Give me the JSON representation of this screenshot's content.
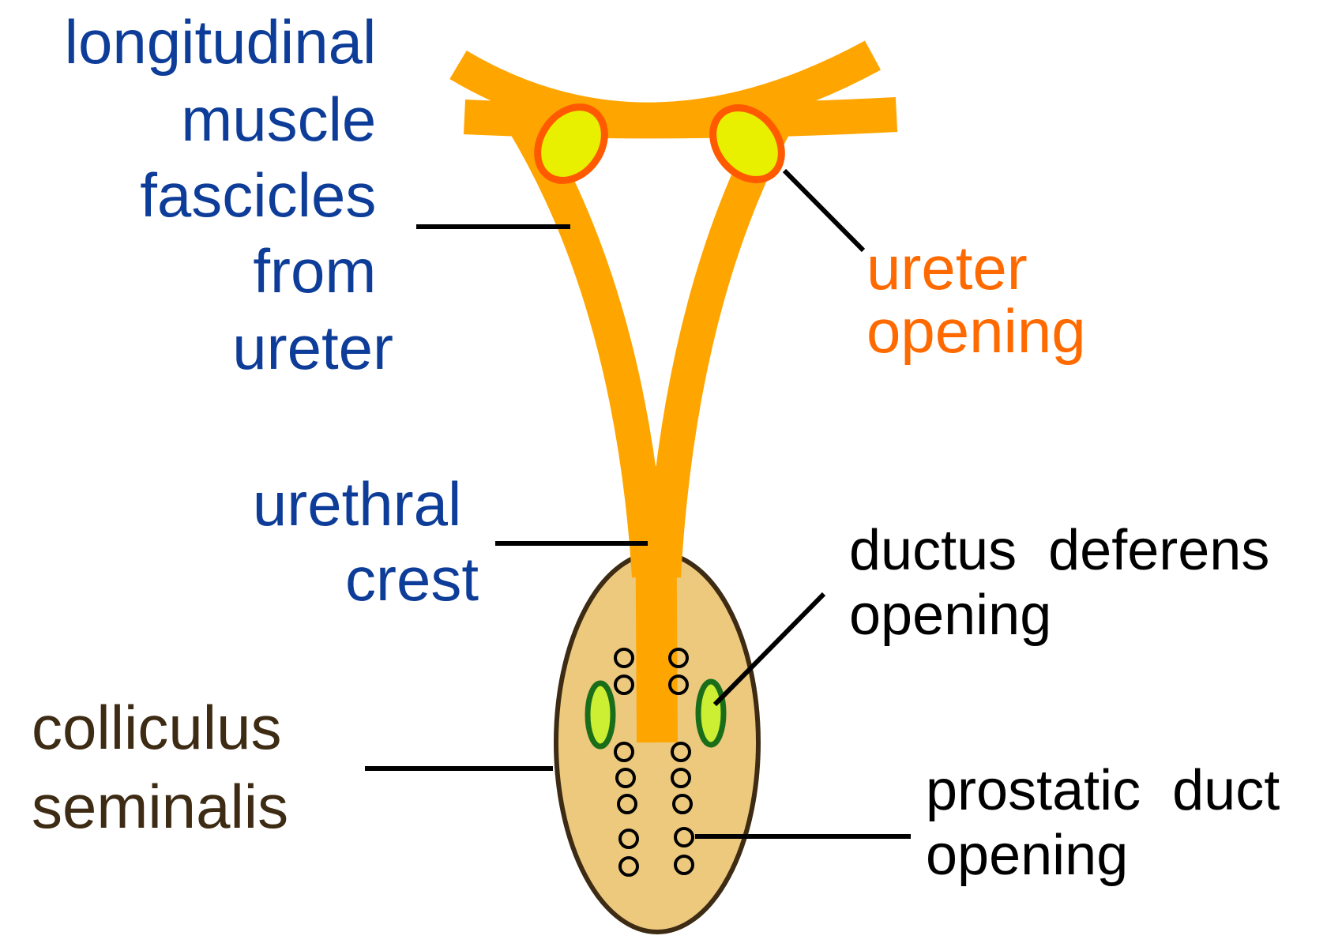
{
  "colors": {
    "label_blue": "#0d3d99",
    "label_orange": "#ff6a00",
    "label_brown": "#3d2b14",
    "label_black": "#000000",
    "muscle": "#ffa500",
    "ureter_ring": "#ff5a00",
    "ureter_fill": "#e8f000",
    "colliculus_fill": "#edc97e",
    "colliculus_stroke": "#3d2b14",
    "ductus_ring": "#1a6e1a",
    "ductus_fill": "#ccee33"
  },
  "labels": {
    "longitudinal": [
      "longitudinal",
      "muscle",
      "fascicles",
      "from",
      "ureter"
    ],
    "ureter_opening": [
      "ureter",
      "opening"
    ],
    "urethral_crest": [
      "urethral",
      "crest"
    ],
    "ductus_deferens": [
      "ductus  deferens",
      "opening"
    ],
    "colliculus": [
      "colliculus",
      "seminalis"
    ],
    "prostatic_duct": [
      "prostatic  duct",
      "opening"
    ]
  }
}
